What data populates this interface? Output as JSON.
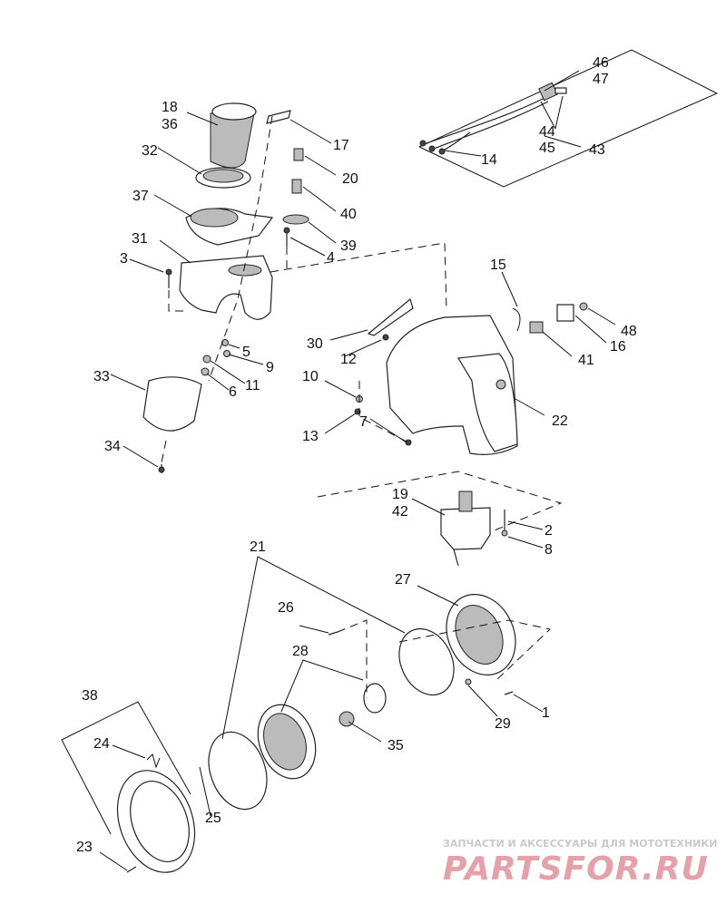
{
  "diagram": {
    "callouts": [
      "1",
      "2",
      "3",
      "4",
      "5",
      "6",
      "7",
      "8",
      "9",
      "10",
      "11",
      "12",
      "13",
      "14",
      "15",
      "16",
      "17",
      "18",
      "36",
      "19",
      "42",
      "20",
      "21",
      "22",
      "23",
      "24",
      "25",
      "26",
      "27",
      "28",
      "29",
      "30",
      "31",
      "32",
      "33",
      "34",
      "35",
      "37",
      "38",
      "39",
      "40",
      "41",
      "43",
      "44",
      "45",
      "46",
      "47",
      "48"
    ]
  },
  "watermark": {
    "tagline": "ЗАПЧАСТИ И АКСЕССУАРЫ ДЛЯ МОТОТЕХНИКИ",
    "brand": "PARTSFOR.RU"
  },
  "colors": {
    "line": "#111111",
    "watermark": "#e6a0a8"
  }
}
